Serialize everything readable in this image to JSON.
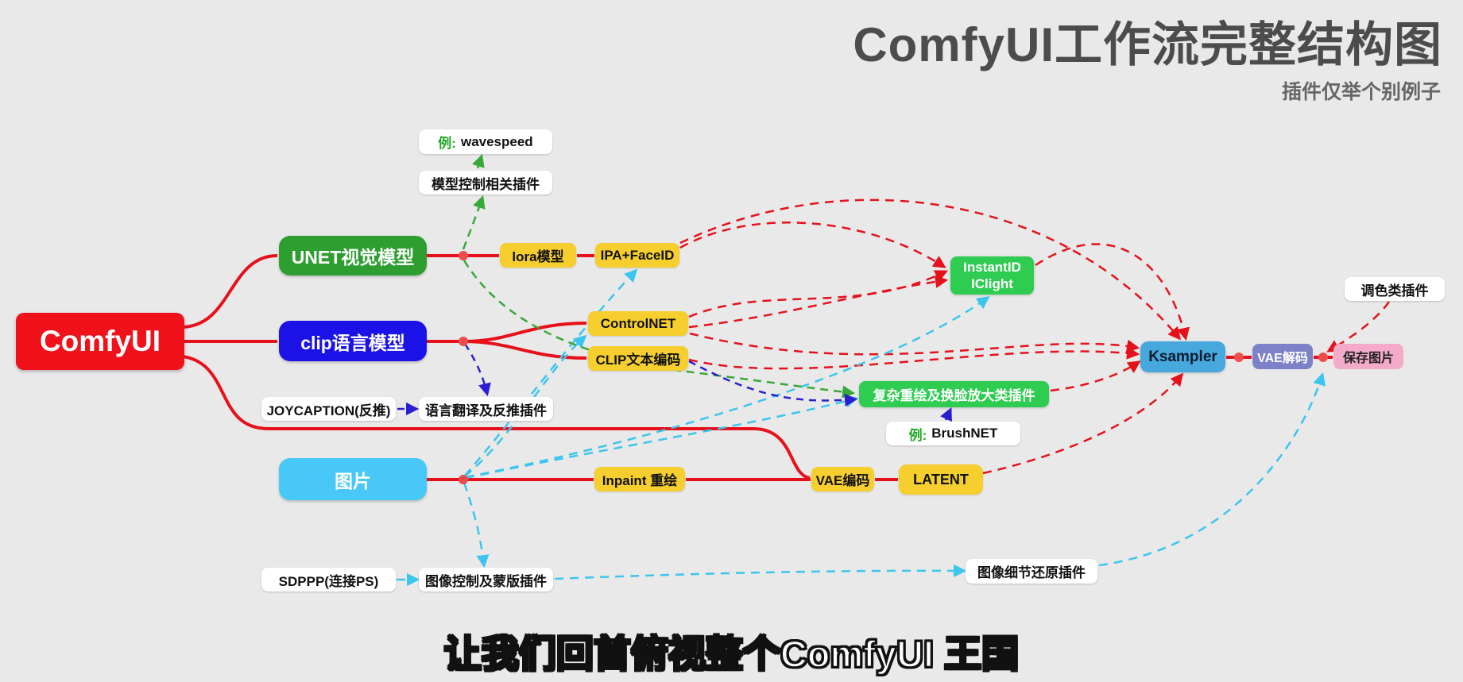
{
  "title": "ComfyUI工作流完整结构图",
  "subtitle": "插件仅举个别例子",
  "caption": "让我们回首俯视整个ComfyUI 王国",
  "colors": {
    "background": "#e9e9e9",
    "line_red": "#e6111b",
    "line_cyan": "#3cc5ee",
    "line_green": "#38a838",
    "line_blue": "#2a1fd0",
    "node_yellow": "#f6cf2e",
    "node_green_dark": "#2f9e30",
    "node_green_bright": "#2fcc52",
    "node_blue": "#1b12e8",
    "node_sky": "#47c8f6",
    "node_red": "#f1111b",
    "node_purple": "#7d82c8",
    "node_pink": "#f4aac9",
    "dot_red": "#ef4d4d"
  },
  "nodes": {
    "comfyui": {
      "label": "ComfyUI"
    },
    "unet": {
      "label": "UNET视觉模型"
    },
    "clip": {
      "label": "clip语言模型"
    },
    "image": {
      "label": "图片"
    },
    "wavespeed": {
      "prefix": "例:",
      "label": "wavespeed"
    },
    "model_control_plugin": {
      "label": "模型控制相关插件"
    },
    "lora": {
      "label": "lora模型"
    },
    "ipa_faceid": {
      "label": "IPA+FaceID"
    },
    "controlnet": {
      "label": "ControlNET"
    },
    "clip_encode": {
      "label": "CLIP文本编码"
    },
    "instantid": {
      "label": "InstantID\nIClight"
    },
    "joycaption": {
      "label": "JOYCAPTION(反推)"
    },
    "translate_plugin": {
      "label": "语言翻译及反推插件"
    },
    "repaint_plugin": {
      "label": "复杂重绘及换脸放大类插件"
    },
    "brushnet": {
      "prefix": "例:",
      "label": "BrushNET"
    },
    "inpaint": {
      "label": "Inpaint 重绘"
    },
    "vae_encode": {
      "label": "VAE编码"
    },
    "latent": {
      "label": "LATENT"
    },
    "ksampler": {
      "label": "Ksampler"
    },
    "vae_decode": {
      "label": "VAE解码"
    },
    "save_image": {
      "label": "保存图片"
    },
    "color_plugin": {
      "label": "调色类插件"
    },
    "sdppp": {
      "label": "SDPPP(连接PS)"
    },
    "mask_plugin": {
      "label": "图像控制及蒙版插件"
    },
    "detail_plugin": {
      "label": "图像细节还原插件"
    }
  }
}
